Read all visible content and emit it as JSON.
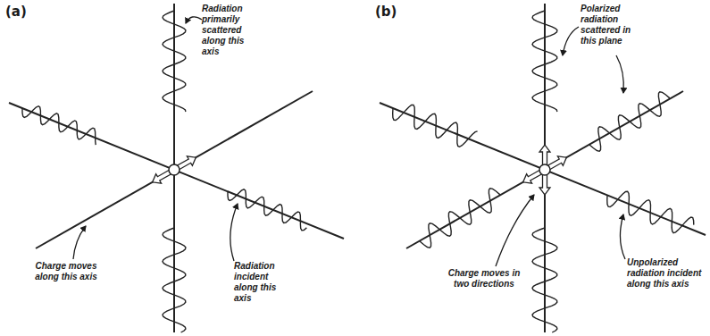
{
  "diagram": {
    "labels": [
      "(a)",
      "Radiation primarily scattered along this axis",
      "Charge moves along this axis",
      "Radiation incident along this axis",
      "(b)",
      "Polarized radiation scattered in this plane",
      "Charge moves in two directions",
      "Unpolarized radiation incident along this axis"
    ]
  }
}
